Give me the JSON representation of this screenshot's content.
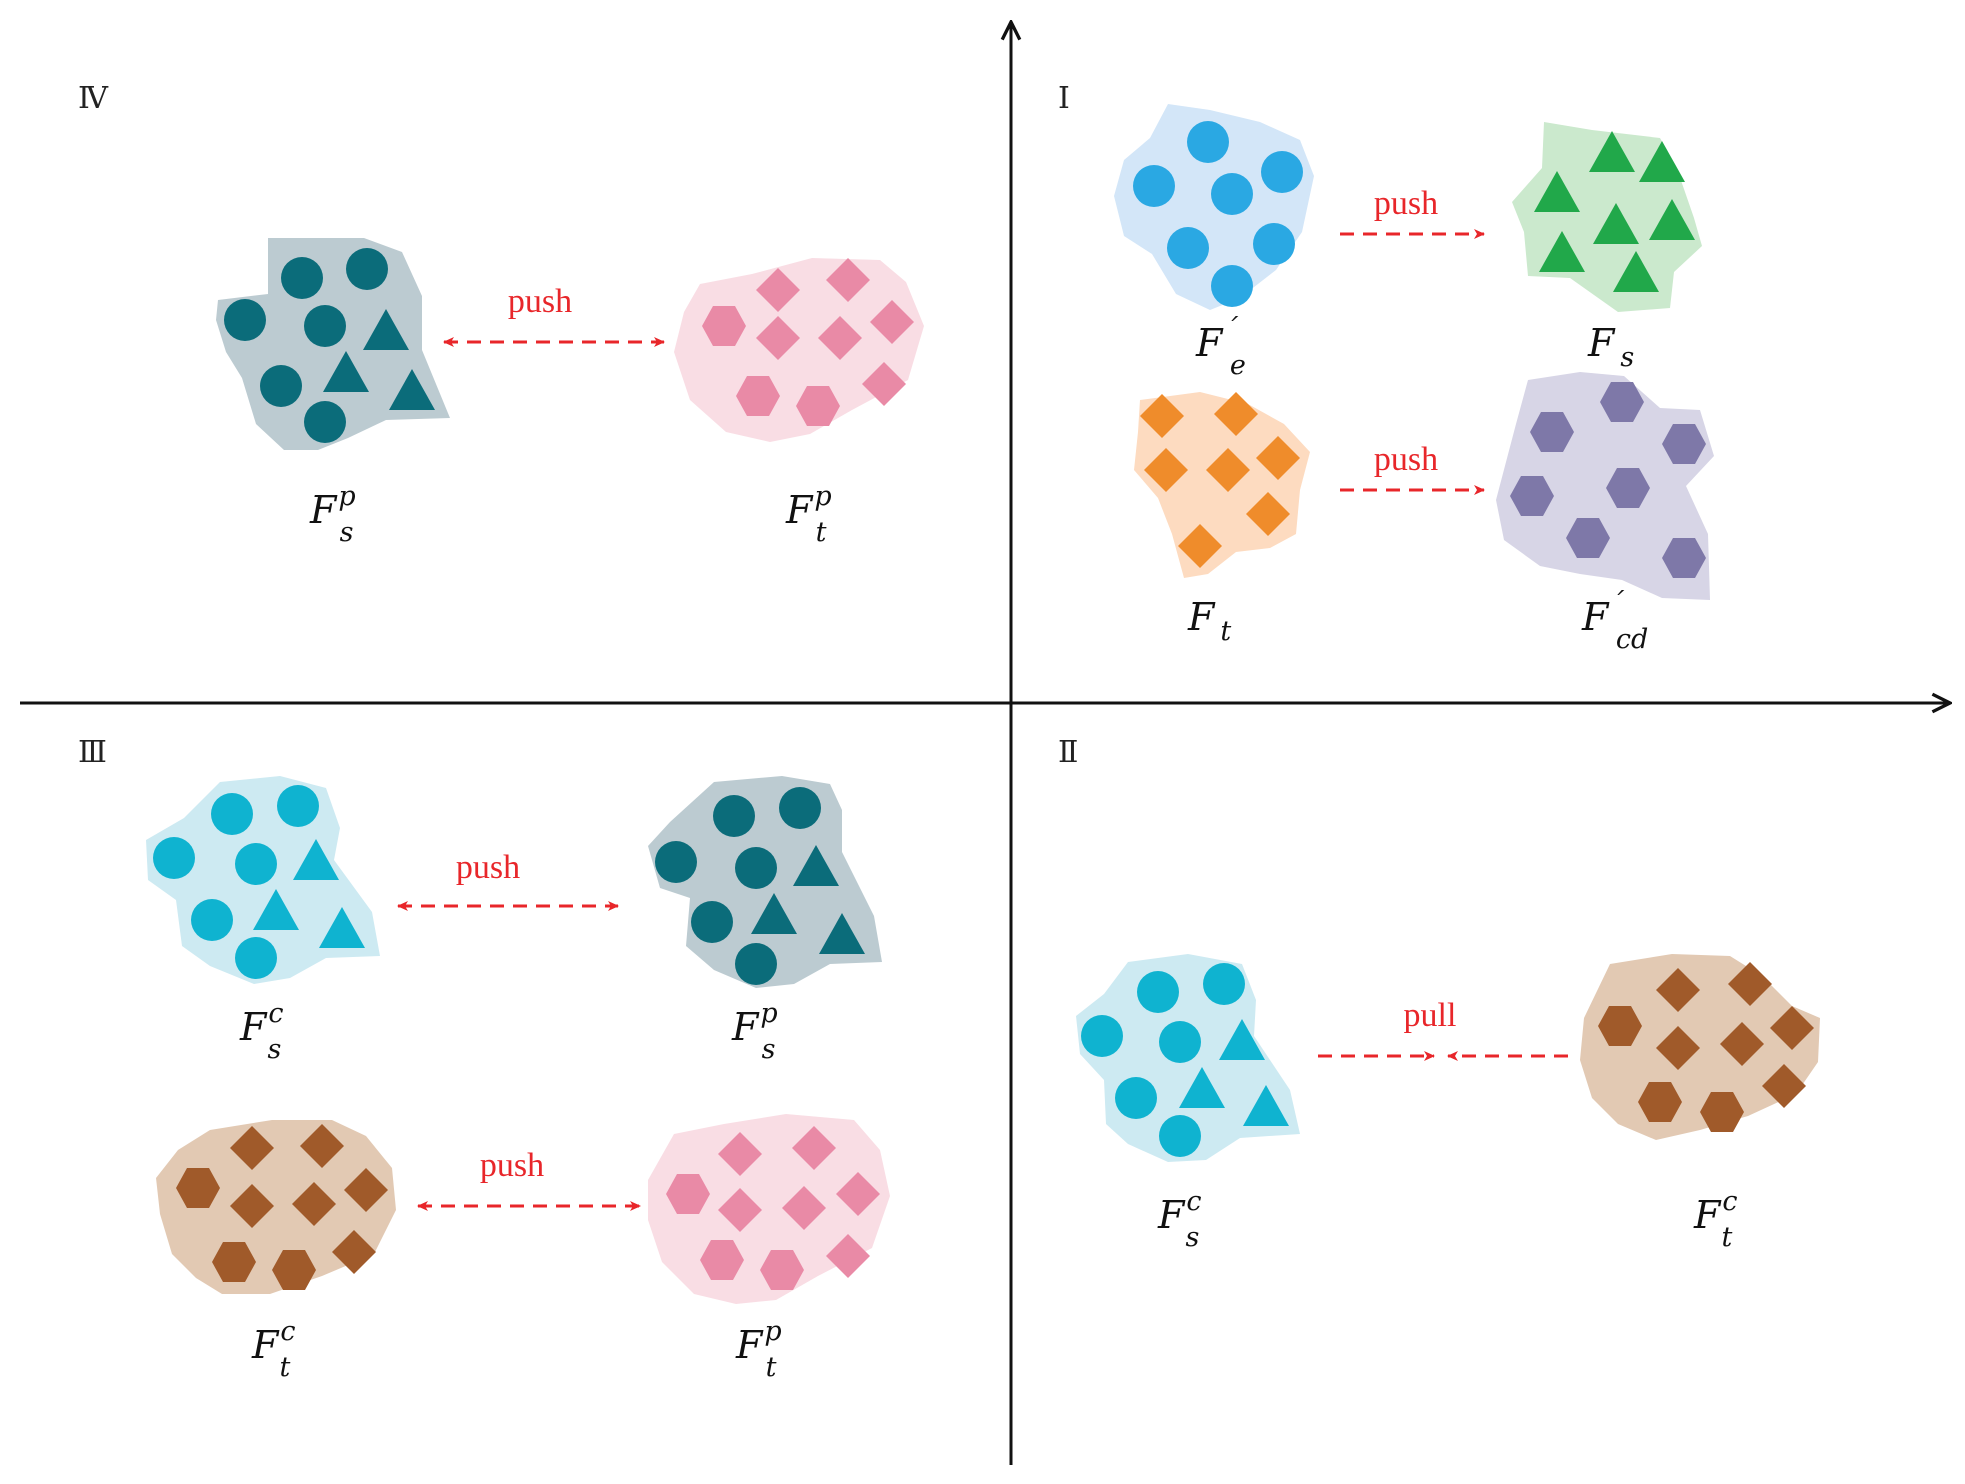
{
  "colors": {
    "axis": "#111111",
    "arrow": "#e8262a",
    "dark_teal_shape": "#0b6c7a",
    "dark_teal_bg": "#bccbd1",
    "pink_shape": "#e98aa6",
    "pink_bg": "#f9dde4",
    "blue_shape": "#2aa8e3",
    "blue_bg": "#d3e6f8",
    "green_shape": "#21a84a",
    "green_bg": "#cbe9cd",
    "orange_shape": "#ef8c2b",
    "orange_bg": "#fddbc0",
    "purple_shape": "#7e78a8",
    "purple_bg": "#d7d5e6",
    "cyan_shape": "#0fb3d0",
    "cyan_bg": "#cdeaf2",
    "brown_shape": "#a05a2a",
    "brown_bg": "#e2c9b3"
  },
  "quadrants": {
    "I": {
      "label": "Ⅰ",
      "pairs": [
        {
          "left": {
            "symbol": "F",
            "superscript": "´",
            "subscript": "e",
            "shapes": "circles",
            "color": "blue"
          },
          "right": {
            "symbol": "F",
            "superscript": "",
            "subscript": "s",
            "shapes": "triangles",
            "color": "green"
          },
          "relation": "push",
          "direction": "left-to-right"
        },
        {
          "left": {
            "symbol": "F",
            "superscript": "",
            "subscript": "t",
            "shapes": "diamonds",
            "color": "orange"
          },
          "right": {
            "symbol": "F",
            "superscript": "´",
            "subscript": "cd",
            "shapes": "hexagons",
            "color": "purple"
          },
          "relation": "push",
          "direction": "left-to-right"
        }
      ]
    },
    "II": {
      "label": "Ⅱ",
      "pairs": [
        {
          "left": {
            "symbol": "F",
            "superscript": "c",
            "subscript": "s",
            "shapes": "circles-and-triangles",
            "color": "cyan"
          },
          "right": {
            "symbol": "F",
            "superscript": "c",
            "subscript": "t",
            "shapes": "hexagons-and-diamonds",
            "color": "brown"
          },
          "relation": "pull",
          "direction": "converging"
        }
      ]
    },
    "III": {
      "label": "Ⅲ",
      "pairs": [
        {
          "left": {
            "symbol": "F",
            "superscript": "c",
            "subscript": "s",
            "shapes": "circles-and-triangles",
            "color": "cyan"
          },
          "right": {
            "symbol": "F",
            "superscript": "p",
            "subscript": "s",
            "shapes": "circles-and-triangles",
            "color": "dark_teal"
          },
          "relation": "push",
          "direction": "bidirectional"
        },
        {
          "left": {
            "symbol": "F",
            "superscript": "c",
            "subscript": "t",
            "shapes": "hexagons-and-diamonds",
            "color": "brown"
          },
          "right": {
            "symbol": "F",
            "superscript": "p",
            "subscript": "t",
            "shapes": "hexagons-and-diamonds",
            "color": "pink"
          },
          "relation": "push",
          "direction": "bidirectional"
        }
      ]
    },
    "IV": {
      "label": "Ⅳ",
      "pairs": [
        {
          "left": {
            "symbol": "F",
            "superscript": "p",
            "subscript": "s",
            "shapes": "circles-and-triangles",
            "color": "dark_teal"
          },
          "right": {
            "symbol": "F",
            "superscript": "p",
            "subscript": "t",
            "shapes": "hexagons-and-diamonds",
            "color": "pink"
          },
          "relation": "push",
          "direction": "bidirectional"
        }
      ]
    }
  }
}
